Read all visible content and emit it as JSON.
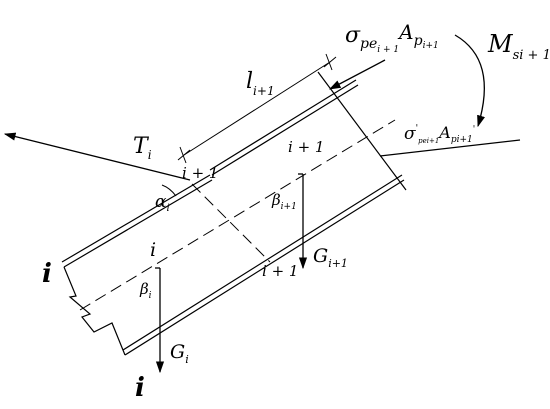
{
  "section_labels": {
    "i_large_top": "i",
    "i_large_bottom": "i",
    "i_small": "i",
    "i_plus_1_node": "i + 1",
    "i_plus_1_mid": "i + 1",
    "i_plus_1_bottom": "i + 1"
  },
  "forces": {
    "tension": {
      "sym": "T",
      "sub": "i"
    },
    "weight_i": {
      "sym": "G",
      "sub": "i"
    },
    "weight_i1": {
      "sym": "G",
      "sub": "i+1"
    },
    "prestress_top": {
      "sigma": "σ",
      "sub1": "pe",
      "sub2": "i + 1",
      "area": "A",
      "area_sub1": "p",
      "area_sub2": "i+1"
    },
    "prestress_bottom": {
      "sigma": "σ",
      "prime": "'",
      "sub": "pei+1",
      "area": "A",
      "area_sub": "pi+1",
      "area_prime": "'"
    },
    "moment": {
      "sym": "M",
      "sub": "si + 1"
    }
  },
  "angles": {
    "alpha": {
      "sym": "α",
      "sub": "i"
    },
    "beta_i": {
      "sym": "β",
      "sub": "i"
    },
    "beta_i1": {
      "sym": "β",
      "sub": "i+1"
    }
  },
  "dimension": {
    "sym": "l",
    "sub": "i+1"
  }
}
